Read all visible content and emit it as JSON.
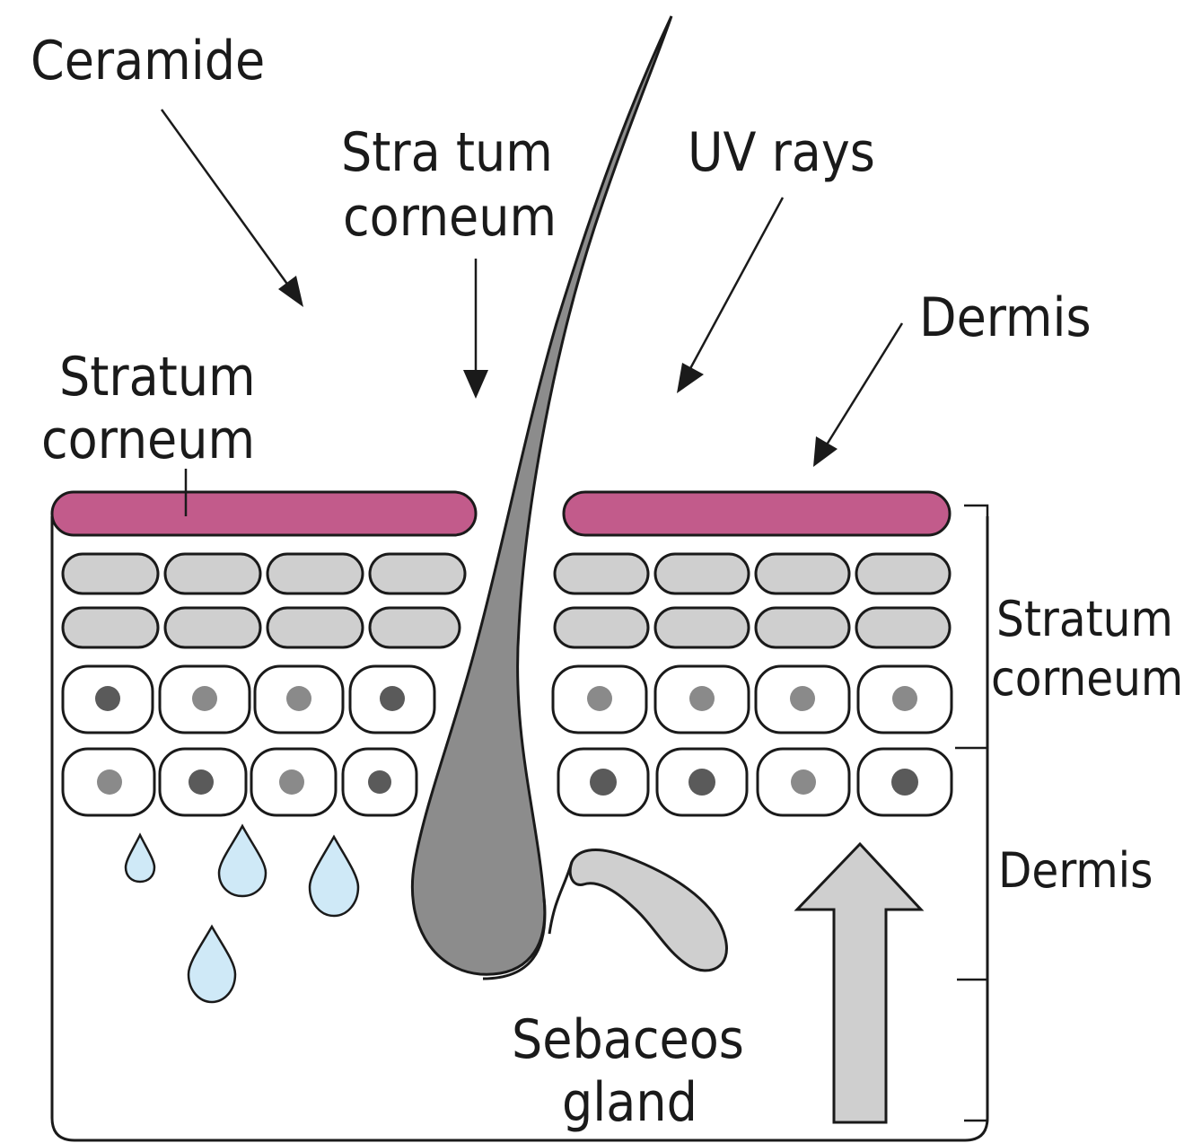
{
  "labels": {
    "ceramide": "Ceramide",
    "stratum_corneum_top_line1": "Stra tum",
    "stratum_corneum_top_line2": "corneum",
    "uv_rays": "UV rays",
    "dermis_top": "Dermis",
    "stratum_corneum_left_line1": "Stratum",
    "stratum_corneum_left_line2": "corneum",
    "stratum_corneum_right_line1": "Stratum",
    "stratum_corneum_right_line2": "corneum",
    "dermis_right": "Dermis",
    "sebaceous_line1": "Sebaceos",
    "sebaceous_line2": "gland"
  },
  "colors": {
    "stratum_band": "#c25b8b",
    "flat_cells": "#cfcfcf",
    "hair": "#8c8c8c",
    "water_drops": "#cfe9f7",
    "nucleus_dark": "#5a5a5a",
    "nucleus_light": "#8a8a8a"
  },
  "nucleus_shades": {
    "row1": [
      "dark",
      "light",
      "light",
      "dark",
      "light",
      "light",
      "light",
      "light"
    ],
    "row2": [
      "light",
      "dark",
      "light",
      "dark",
      "dark",
      "dark",
      "light",
      "dark"
    ]
  }
}
